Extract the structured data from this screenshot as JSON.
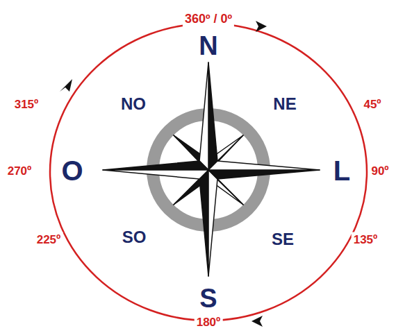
{
  "diagram": {
    "labels": [
      "360º / 0º",
      "N",
      "NO",
      "NE",
      "315º",
      "45º",
      "270º",
      "O",
      "L",
      "90º",
      "225º",
      "SO",
      "SE",
      "135º",
      "S",
      "180º"
    ]
  }
}
